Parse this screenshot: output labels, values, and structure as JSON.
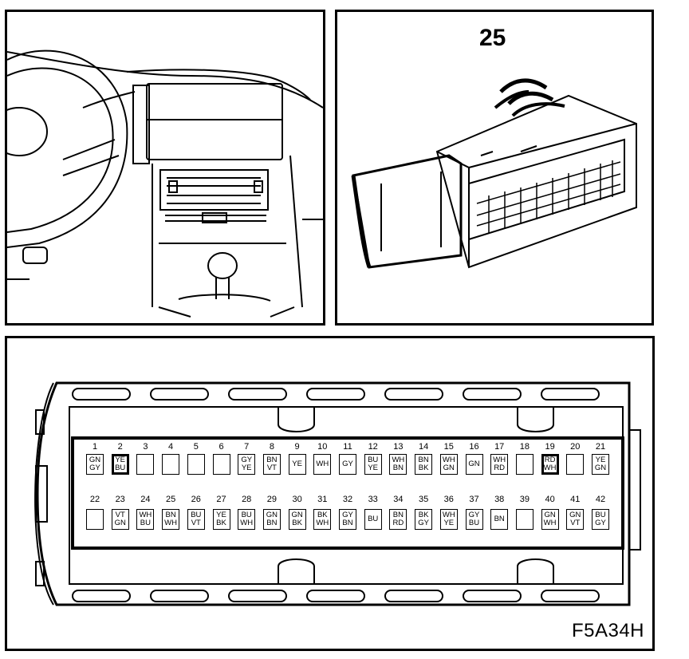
{
  "connector_title": "25",
  "figure_id": "F5A34H",
  "pins": [
    {
      "n": "1",
      "c1": "GN",
      "c2": "GY",
      "hl": false
    },
    {
      "n": "2",
      "c1": "YE",
      "c2": "BU",
      "hl": true
    },
    {
      "n": "3",
      "c1": "",
      "c2": "",
      "hl": false
    },
    {
      "n": "4",
      "c1": "",
      "c2": "",
      "hl": false
    },
    {
      "n": "5",
      "c1": "",
      "c2": "",
      "hl": false
    },
    {
      "n": "6",
      "c1": "",
      "c2": "",
      "hl": false
    },
    {
      "n": "7",
      "c1": "GY",
      "c2": "YE",
      "hl": false
    },
    {
      "n": "8",
      "c1": "BN",
      "c2": "VT",
      "hl": false
    },
    {
      "n": "9",
      "c1": "YE",
      "c2": "",
      "hl": false
    },
    {
      "n": "10",
      "c1": "WH",
      "c2": "",
      "hl": false
    },
    {
      "n": "11",
      "c1": "GY",
      "c2": "",
      "hl": false
    },
    {
      "n": "12",
      "c1": "BU",
      "c2": "YE",
      "hl": false
    },
    {
      "n": "13",
      "c1": "WH",
      "c2": "BN",
      "hl": false
    },
    {
      "n": "14",
      "c1": "BN",
      "c2": "BK",
      "hl": false
    },
    {
      "n": "15",
      "c1": "WH",
      "c2": "GN",
      "hl": false
    },
    {
      "n": "16",
      "c1": "GN",
      "c2": "",
      "hl": false
    },
    {
      "n": "17",
      "c1": "WH",
      "c2": "RD",
      "hl": false
    },
    {
      "n": "18",
      "c1": "",
      "c2": "",
      "hl": false
    },
    {
      "n": "19",
      "c1": "RD",
      "c2": "WH",
      "hl": true
    },
    {
      "n": "20",
      "c1": "",
      "c2": "",
      "hl": false
    },
    {
      "n": "21",
      "c1": "YE",
      "c2": "GN",
      "hl": false
    },
    {
      "n": "22",
      "c1": "",
      "c2": "",
      "hl": false
    },
    {
      "n": "23",
      "c1": "VT",
      "c2": "GN",
      "hl": false
    },
    {
      "n": "24",
      "c1": "WH",
      "c2": "BU",
      "hl": false
    },
    {
      "n": "25",
      "c1": "BN",
      "c2": "WH",
      "hl": false
    },
    {
      "n": "26",
      "c1": "BU",
      "c2": "VT",
      "hl": false
    },
    {
      "n": "27",
      "c1": "YE",
      "c2": "BK",
      "hl": false
    },
    {
      "n": "28",
      "c1": "BU",
      "c2": "WH",
      "hl": false
    },
    {
      "n": "29",
      "c1": "GN",
      "c2": "BN",
      "hl": false
    },
    {
      "n": "30",
      "c1": "GN",
      "c2": "BK",
      "hl": false
    },
    {
      "n": "31",
      "c1": "BK",
      "c2": "WH",
      "hl": false
    },
    {
      "n": "32",
      "c1": "GY",
      "c2": "BN",
      "hl": false
    },
    {
      "n": "33",
      "c1": "BU",
      "c2": "",
      "hl": false
    },
    {
      "n": "34",
      "c1": "BN",
      "c2": "RD",
      "hl": false
    },
    {
      "n": "35",
      "c1": "BK",
      "c2": "GY",
      "hl": false
    },
    {
      "n": "36",
      "c1": "WH",
      "c2": "YE",
      "hl": false
    },
    {
      "n": "37",
      "c1": "GY",
      "c2": "BU",
      "hl": false
    },
    {
      "n": "38",
      "c1": "BN",
      "c2": "",
      "hl": false
    },
    {
      "n": "39",
      "c1": "",
      "c2": "",
      "hl": false
    },
    {
      "n": "40",
      "c1": "GN",
      "c2": "WH",
      "hl": false
    },
    {
      "n": "41",
      "c1": "GN",
      "c2": "VT",
      "hl": false
    },
    {
      "n": "42",
      "c1": "BU",
      "c2": "GY",
      "hl": false
    }
  ]
}
